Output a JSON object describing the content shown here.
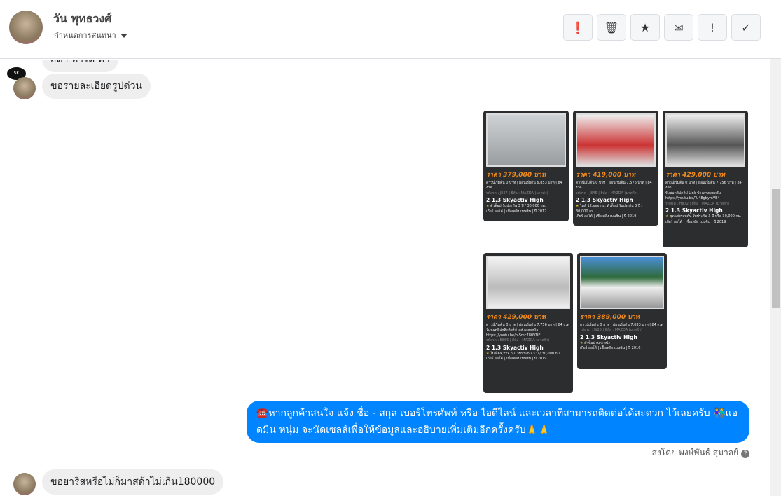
{
  "header": {
    "name": "วัน พุทธวงศ์",
    "subtitle": "กำหนดการสนทนา",
    "actions": [
      {
        "icon": "alert-circle-icon",
        "glyph": "❗"
      },
      {
        "icon": "trash-icon",
        "glyph": "🗑"
      },
      {
        "icon": "star-icon",
        "glyph": "★"
      },
      {
        "icon": "envelope-icon",
        "glyph": "✉"
      },
      {
        "icon": "exclamation-icon",
        "glyph": "!"
      },
      {
        "icon": "check-icon",
        "glyph": "✓"
      }
    ]
  },
  "messages": {
    "cut_top": "สีดำ ทำได้ ทำ",
    "incoming1": "ขอรายละเอียดรูปด่วน",
    "cards": [
      {
        "price": "ราคา 379,000 บาท",
        "terms": "ดาวน์เริ่มต้น 0 บาท | ผ่อนเริ่มต้น 6,853 บาท | 84 งวด",
        "code": "รหัสรถ : J847 | ยี่ห้อ : MAZDA (มาสด้า)",
        "model": "2 1.3 Skyactiv High",
        "desc": "ตัวท็อป รับประกัน 3 ปี / 30,000 กม.",
        "footer": "เกียร์ ออโต้ | เชื้อเพลิง เบนซิน | ปี 2017"
      },
      {
        "price": "ราคา 419,000 บาท",
        "terms": "ดาวน์เริ่มต้น 0 บาท | ผ่อนเริ่มต้น 7,576 บาท | 84 งวด",
        "code": "รหัสรถ : J845 | ยี่ห้อ : MAZDA (มาสด้า)",
        "model": "2 1.3 Skyactiv High",
        "desc": "ไมล์ 12,xxx กม. ตัวท็อป รับประกัน 3 ปี / 30,000 กม.",
        "footer": "เกียร์ ออโต้ | เชื้อเพลิง เบนซิน | ปี 2019"
      },
      {
        "price": "ราคา 429,000 บาท",
        "terms": "ดาวน์เริ่มต้น 0 บาท | ผ่อนเริ่มต้น 7,756 บาท | 84 งวด",
        "extra": "รับชมคลิปคลิป Link ข้างล่างเลยครับ",
        "link": "https://youtu.be/Tu48gbymVE4",
        "code": "รหัสรถ : H872 | ยี่ห้อ : MAZDA (มาสด้า)",
        "model": "2 1.3 Skyactiv High",
        "desc": "ชุดแต่งรอบคัน รับประกัน 3 ปี หรือ 30,000 กม.",
        "footer": "เกียร์ ออโต้ | เชื้อเพลิง เบนซิน | ปี 2019"
      },
      {
        "price": "ราคา 429,000 บาท",
        "terms": "ดาวน์เริ่มต้น 0 บาท | ผ่อนเริ่มต้น 7,756 บาท | 84 งวด",
        "extra": "รับชมคลิปคลิกลิงค์ข้างล่างเลยครับ",
        "link": "https://youtu.be/p-Smc780VDE",
        "code": "รหัสรถ : E866 | ยี่ห้อ : MAZDA (มาสด้า)",
        "model": "2 1.3 Skyactiv High",
        "desc": "ไมล์ 6x,xxx กม. รับประกัน 3 ปี / 30,000 กม.",
        "footer": "เกียร์ ออโต้ | เชื้อเพลิง เบนซิน | ปี 2019"
      },
      {
        "price": "ราคา 389,000 บาท",
        "terms": "ดาวน์เริ่มต้น 0 บาท | ผ่อนเริ่มต้น 7,033 บาท | 84 งวด",
        "code": "รหัสรถ : W25 | ยี่ห้อ : MAZDA (มาสด้า)",
        "model": "2 1.3 Skyactiv High",
        "desc": "ตัวท็อป เบาะหนัง",
        "footer": "เกียร์ ออโต้ | เชื้อเพลิง เบนซิน | ปี 2016"
      }
    ],
    "outgoing": "☎️หากลูกค้าสนใจ แจ้ง ชื่อ - สกุล เบอร์โทรศัพท์ หรือ ไอดีไลน์ และเวลาที่สามารถติดต่อได้สะดวก ไว้เลยครับ 👫แอดมิน หนุ่ม จะนัดเซลล์เพื่อให้ข้อมูลและอธิบายเพิ่มเติมอีกครั้งครับ🙏🙏",
    "sent_by": "ส่งโดย พงษ์พันธ์ สุมาลย์",
    "incoming2": "ขอยาริสหรือไม่ก็มาสด้าไม่เกิน180000"
  }
}
